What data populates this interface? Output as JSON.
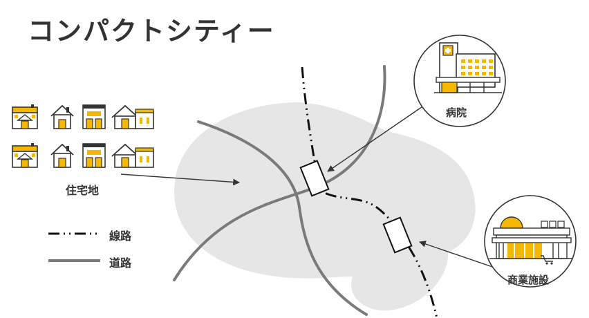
{
  "title": "コンパクトシティー",
  "labels": {
    "residential": "住宅地",
    "hospital": "病院",
    "commercial": "商業施設"
  },
  "legend": {
    "railway": "線路",
    "road": "道路"
  },
  "colors": {
    "area": "#e6e6e6",
    "road": "#7a7a7a",
    "railway": "#111111",
    "accent": "#f5b800",
    "ink": "#333333"
  },
  "icons": [
    "house-icon",
    "hospital-icon",
    "shopping-mall-icon",
    "station-icon"
  ]
}
